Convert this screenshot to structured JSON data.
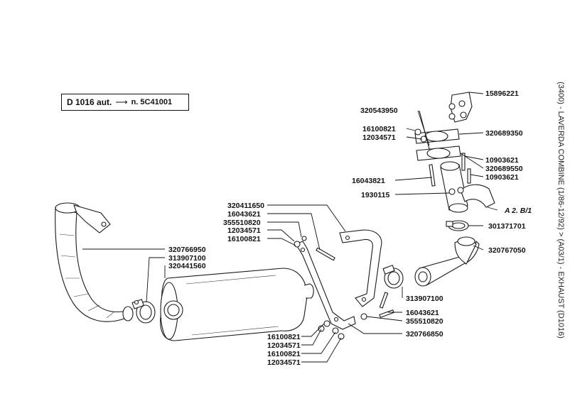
{
  "header": {
    "model": "D 1016 aut.",
    "arrow": "⟶",
    "serial": "n. 5C41001"
  },
  "side_caption": "(3400) - LAVERDA COMBINE (1/86-12/92) > (A03/1) - EXHAUST (D1016)",
  "reference_note": "A 2. B/1",
  "labels": [
    {
      "id": "l01",
      "text": "15896221"
    },
    {
      "id": "l02",
      "text": "320543950"
    },
    {
      "id": "l03",
      "text": "16100821"
    },
    {
      "id": "l04",
      "text": "12034571"
    },
    {
      "id": "l05",
      "text": "320689350"
    },
    {
      "id": "l06",
      "text": "10903621"
    },
    {
      "id": "l07",
      "text": "320689550"
    },
    {
      "id": "l08",
      "text": "10903621"
    },
    {
      "id": "l09",
      "text": "16043821"
    },
    {
      "id": "l10",
      "text": "1930115"
    },
    {
      "id": "l11",
      "text": "301371701"
    },
    {
      "id": "l12",
      "text": "320767050"
    },
    {
      "id": "l13",
      "text": "320411650"
    },
    {
      "id": "l14",
      "text": "16043621"
    },
    {
      "id": "l15",
      "text": "355510820"
    },
    {
      "id": "l16",
      "text": "12034571"
    },
    {
      "id": "l17",
      "text": "16100821"
    },
    {
      "id": "l18",
      "text": "320766950"
    },
    {
      "id": "l19",
      "text": "313907100"
    },
    {
      "id": "l20",
      "text": "320441560"
    },
    {
      "id": "l21",
      "text": "313907100"
    },
    {
      "id": "l22",
      "text": "16043621"
    },
    {
      "id": "l23",
      "text": "355510820"
    },
    {
      "id": "l24",
      "text": "320766850"
    },
    {
      "id": "l25",
      "text": "16100821"
    },
    {
      "id": "l26",
      "text": "12034571"
    },
    {
      "id": "l27",
      "text": "16100821"
    },
    {
      "id": "l28",
      "text": "12034571"
    }
  ]
}
